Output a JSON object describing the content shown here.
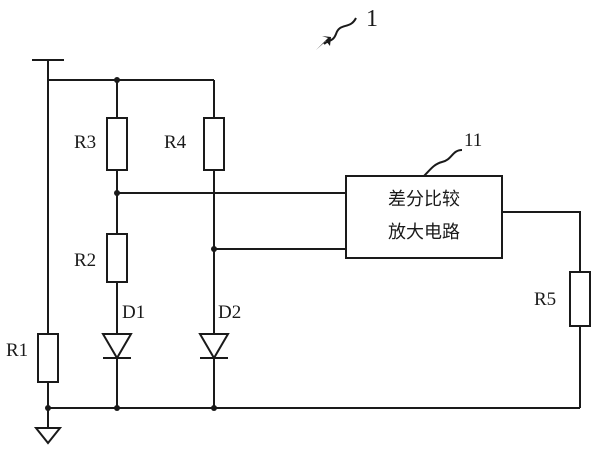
{
  "figure_number": "1",
  "block_ref": "11",
  "block_text_line1": "差分比较",
  "block_text_line2": "放大电路",
  "labels": {
    "R1": "R1",
    "R2": "R2",
    "R3": "R3",
    "R4": "R4",
    "R5": "R5",
    "D1": "D1",
    "D2": "D2"
  }
}
